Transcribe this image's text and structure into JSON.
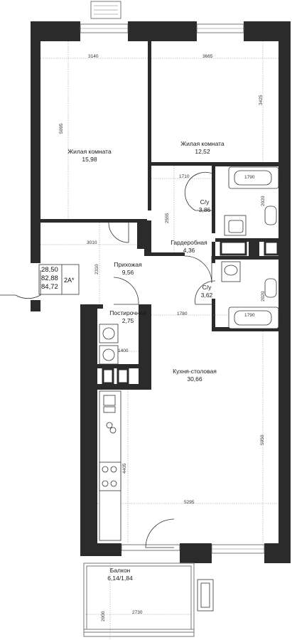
{
  "rooms": [
    {
      "name": "Жилая комната",
      "area": "15,98"
    },
    {
      "name": "Жилая комната",
      "area": "12,52"
    },
    {
      "name": "С/у",
      "area": "3,86"
    },
    {
      "name": "Гардеробная",
      "area": "4,36"
    },
    {
      "name": "Прихожая",
      "area": "9,56"
    },
    {
      "name": "С/у",
      "area": "3,62"
    },
    {
      "name": "Постирочная",
      "area": "2,75"
    },
    {
      "name": "Кухня-столовая",
      "area": "30,66"
    },
    {
      "name": "Балкон",
      "area": "6,14/1,84"
    }
  ],
  "summary": {
    "living": "28,50",
    "total": "82,88",
    "total_with_balcony": "84,72",
    "type": "2А*"
  },
  "dimensions": [
    "3140",
    "3665",
    "5095",
    "3425",
    "1710",
    "1790",
    "2020",
    "2555",
    "3010",
    "2310",
    "1780",
    "1790",
    "2020",
    "1400",
    "4405",
    "5950",
    "5295",
    "2000",
    "2730"
  ]
}
